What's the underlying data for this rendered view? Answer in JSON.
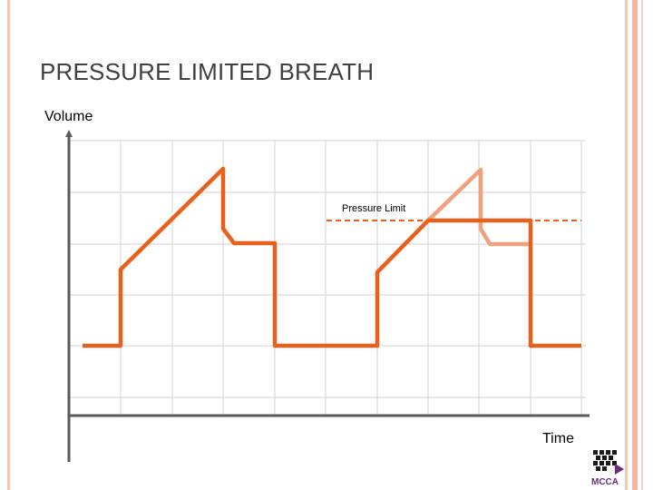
{
  "title": "PRESSURE LIMITED BREATH",
  "axes": {
    "y_label": "Volume",
    "x_label": "Time"
  },
  "annotation": {
    "pressure_limit_label": "Pressure Limit"
  },
  "logo": {
    "text": "MCCA",
    "colors": [
      "#1a1a1a",
      "#6b2d7a"
    ]
  },
  "colors": {
    "waveform": "#e8601c",
    "overshoot": "#f0a27e",
    "grid": "#d9d9d9",
    "axis": "#595959",
    "frame": "#f3b69f"
  }
}
